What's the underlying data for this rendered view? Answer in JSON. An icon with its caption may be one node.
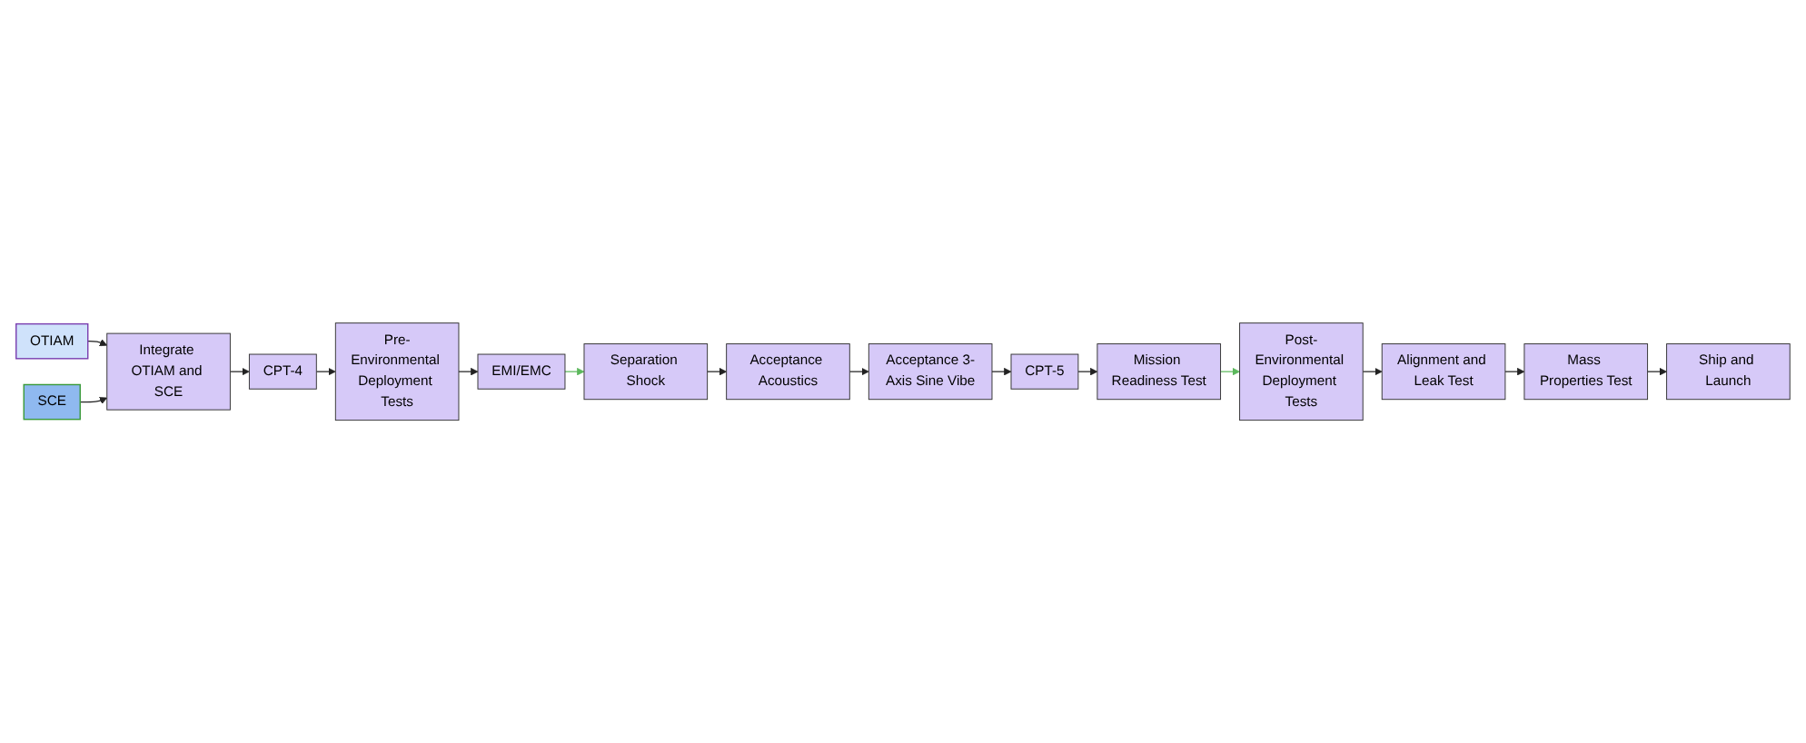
{
  "diagram": {
    "nodes": [
      {
        "text": [
          "OTIAM"
        ]
      },
      {
        "text": [
          "SCE"
        ]
      },
      {
        "text": [
          "Integrate OTIAM and SCE"
        ]
      },
      {
        "text": [
          "CPT-4"
        ]
      },
      {
        "text": [
          "Pre-Environmental Deployment Tests"
        ]
      },
      {
        "text": [
          "EMI/EMC"
        ]
      },
      {
        "text": [
          "Separation Shock"
        ]
      },
      {
        "text": [
          "Acceptance Acoustics"
        ]
      },
      {
        "text": [
          "Acceptance 3-Axis Sine Vibe"
        ]
      },
      {
        "text": [
          "CPT-5"
        ]
      },
      {
        "text": [
          "Mission Readiness Test"
        ]
      },
      {
        "text": [
          "Post-Environmental Deployment Tests"
        ]
      },
      {
        "text": [
          "Alignment and Leak Test"
        ]
      },
      {
        "text": [
          "Mass Properties Test"
        ]
      },
      {
        "text": [
          "Ship and Launch"
        ]
      }
    ],
    "edges": [
      {
        "from": 0,
        "to": 2,
        "arrow": "to"
      },
      {
        "from": 1,
        "to": 2,
        "arrow": "to"
      },
      {
        "from": 2,
        "to": 3,
        "arrow": "to"
      },
      {
        "from": 3,
        "to": 4,
        "arrow": "to"
      },
      {
        "from": 4,
        "to": 5,
        "arrow": "to"
      },
      {
        "from": 5,
        "to": 6,
        "arrow": "to",
        "color": "#5cb85c"
      },
      {
        "from": 6,
        "to": 7,
        "arrow": "to"
      },
      {
        "from": 7,
        "to": 8,
        "arrow": "to"
      },
      {
        "from": 8,
        "to": 9,
        "arrow": "to"
      },
      {
        "from": 9,
        "to": 10,
        "arrow": "to"
      },
      {
        "from": 10,
        "to": 11,
        "arrow": "to",
        "color": "#5cb85c"
      },
      {
        "from": 11,
        "to": 12,
        "arrow": "to"
      },
      {
        "from": 12,
        "to": 13,
        "arrow": "to"
      },
      {
        "from": 13,
        "to": 14,
        "arrow": "to"
      }
    ]
  }
}
